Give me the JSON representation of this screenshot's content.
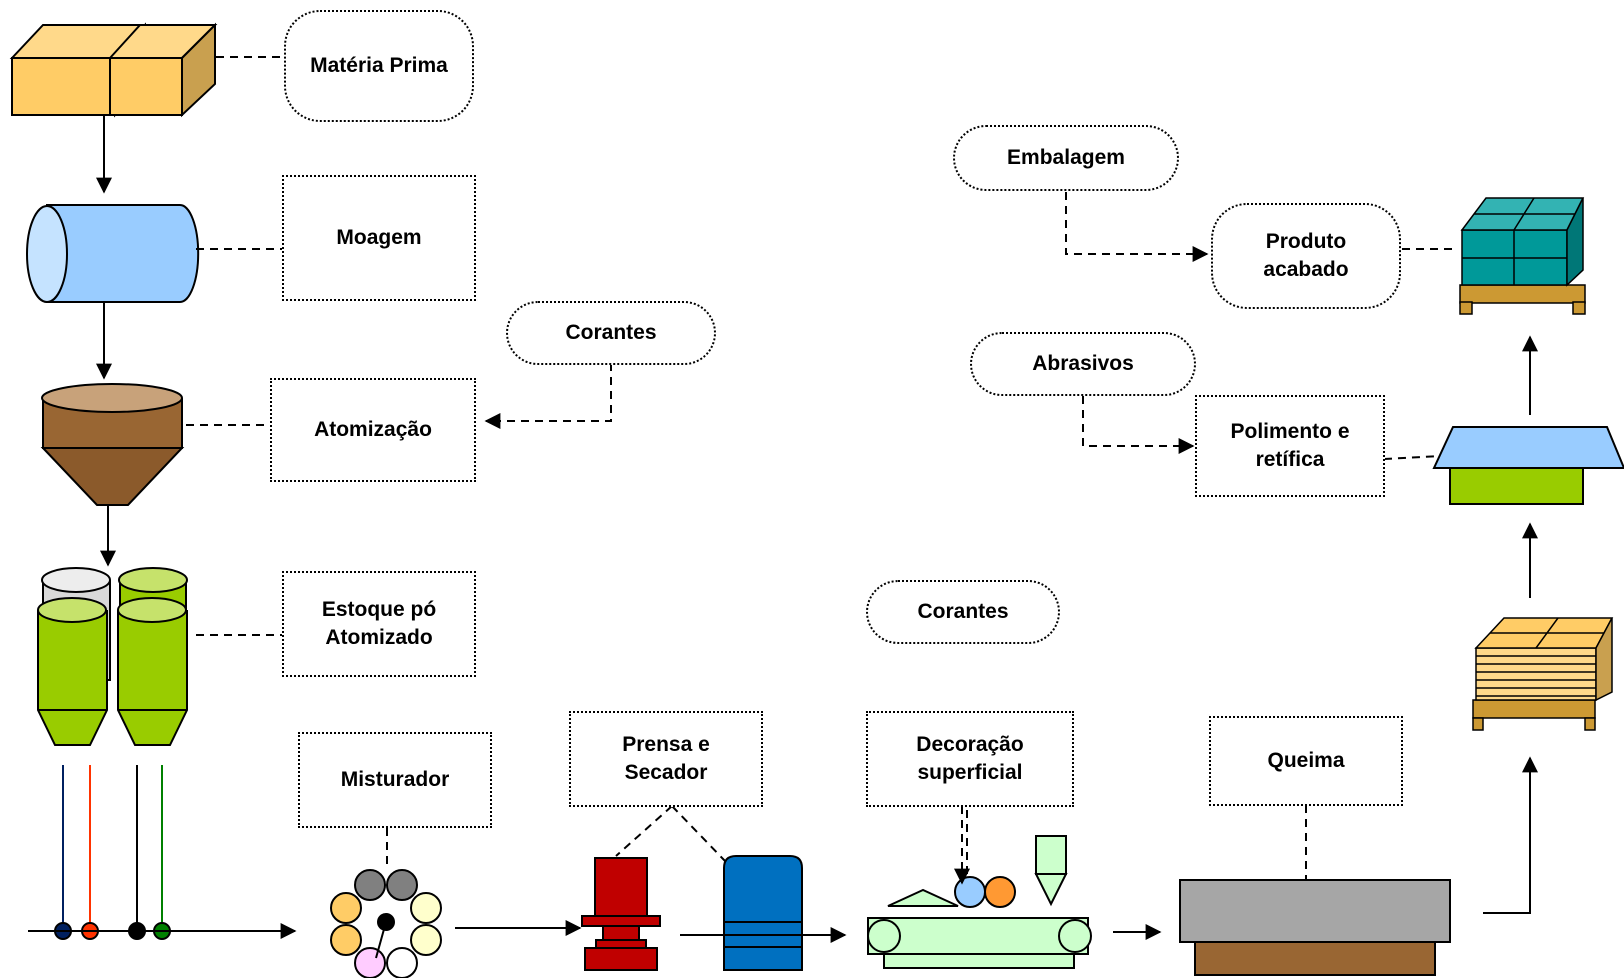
{
  "labels": {
    "materia_prima": "Matéria Prima",
    "moagem": "Moagem",
    "corantes_1": "Corantes",
    "atomizacao": "Atomização",
    "estoque": "Estoque pó\nAtomizado",
    "misturador": "Misturador",
    "prensa": "Prensa e\nSecador",
    "corantes_2": "Corantes",
    "decoracao": "Decoração\nsuperficial",
    "queima": "Queima",
    "embalagem": "Embalagem",
    "produto": "Produto\nacabado",
    "abrasivos": "Abrasivos",
    "polimento": "Polimento e\nretífica"
  },
  "colors": {
    "raw_material": "#FFCC66",
    "mill": "#99CCFF",
    "atomizer": "#996633",
    "silo_green": "#99CC00",
    "silo_grey": "#D9D9D9",
    "press_red": "#C00000",
    "dryer_blue": "#0070C0",
    "conveyor": "#CCFFCC",
    "kiln_top": "#A6A6A6",
    "kiln_base": "#996633",
    "finished_teal": "#009999",
    "pallet": "#CC9933"
  }
}
